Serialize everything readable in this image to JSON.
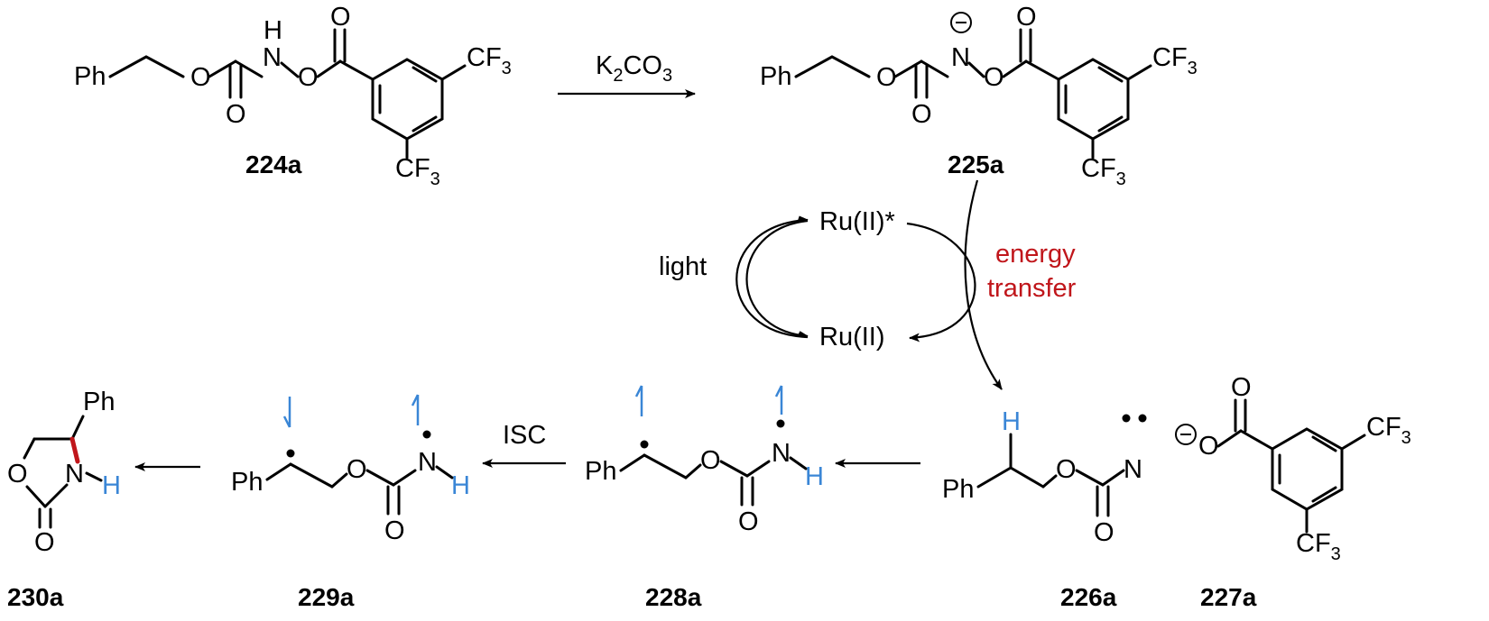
{
  "labels": {
    "ph": "Ph",
    "o": "O",
    "n": "N",
    "h": "H",
    "cf": "CF",
    "sub3": "3",
    "minus": "−"
  },
  "compounds": {
    "c224a": "224a",
    "c225a": "225a",
    "c226a": "226a",
    "c227a": "227a",
    "c228a": "228a",
    "c229a": "229a",
    "c230a": "230a"
  },
  "reagents": {
    "k2co3_k": "K",
    "k2co3_2": "2",
    "k2co3_co": "CO",
    "k2co3_3": "3",
    "isc": "ISC"
  },
  "cycle": {
    "ru_excited": "Ru(II)*",
    "ru_ground": "Ru(II)",
    "light": "light",
    "energy": "energy",
    "transfer": "transfer"
  },
  "colors": {
    "bond": "#000000",
    "radical_h": "#3a86d6",
    "new_bond": "#c0161b",
    "energy_transfer_text": "#c0161b"
  }
}
